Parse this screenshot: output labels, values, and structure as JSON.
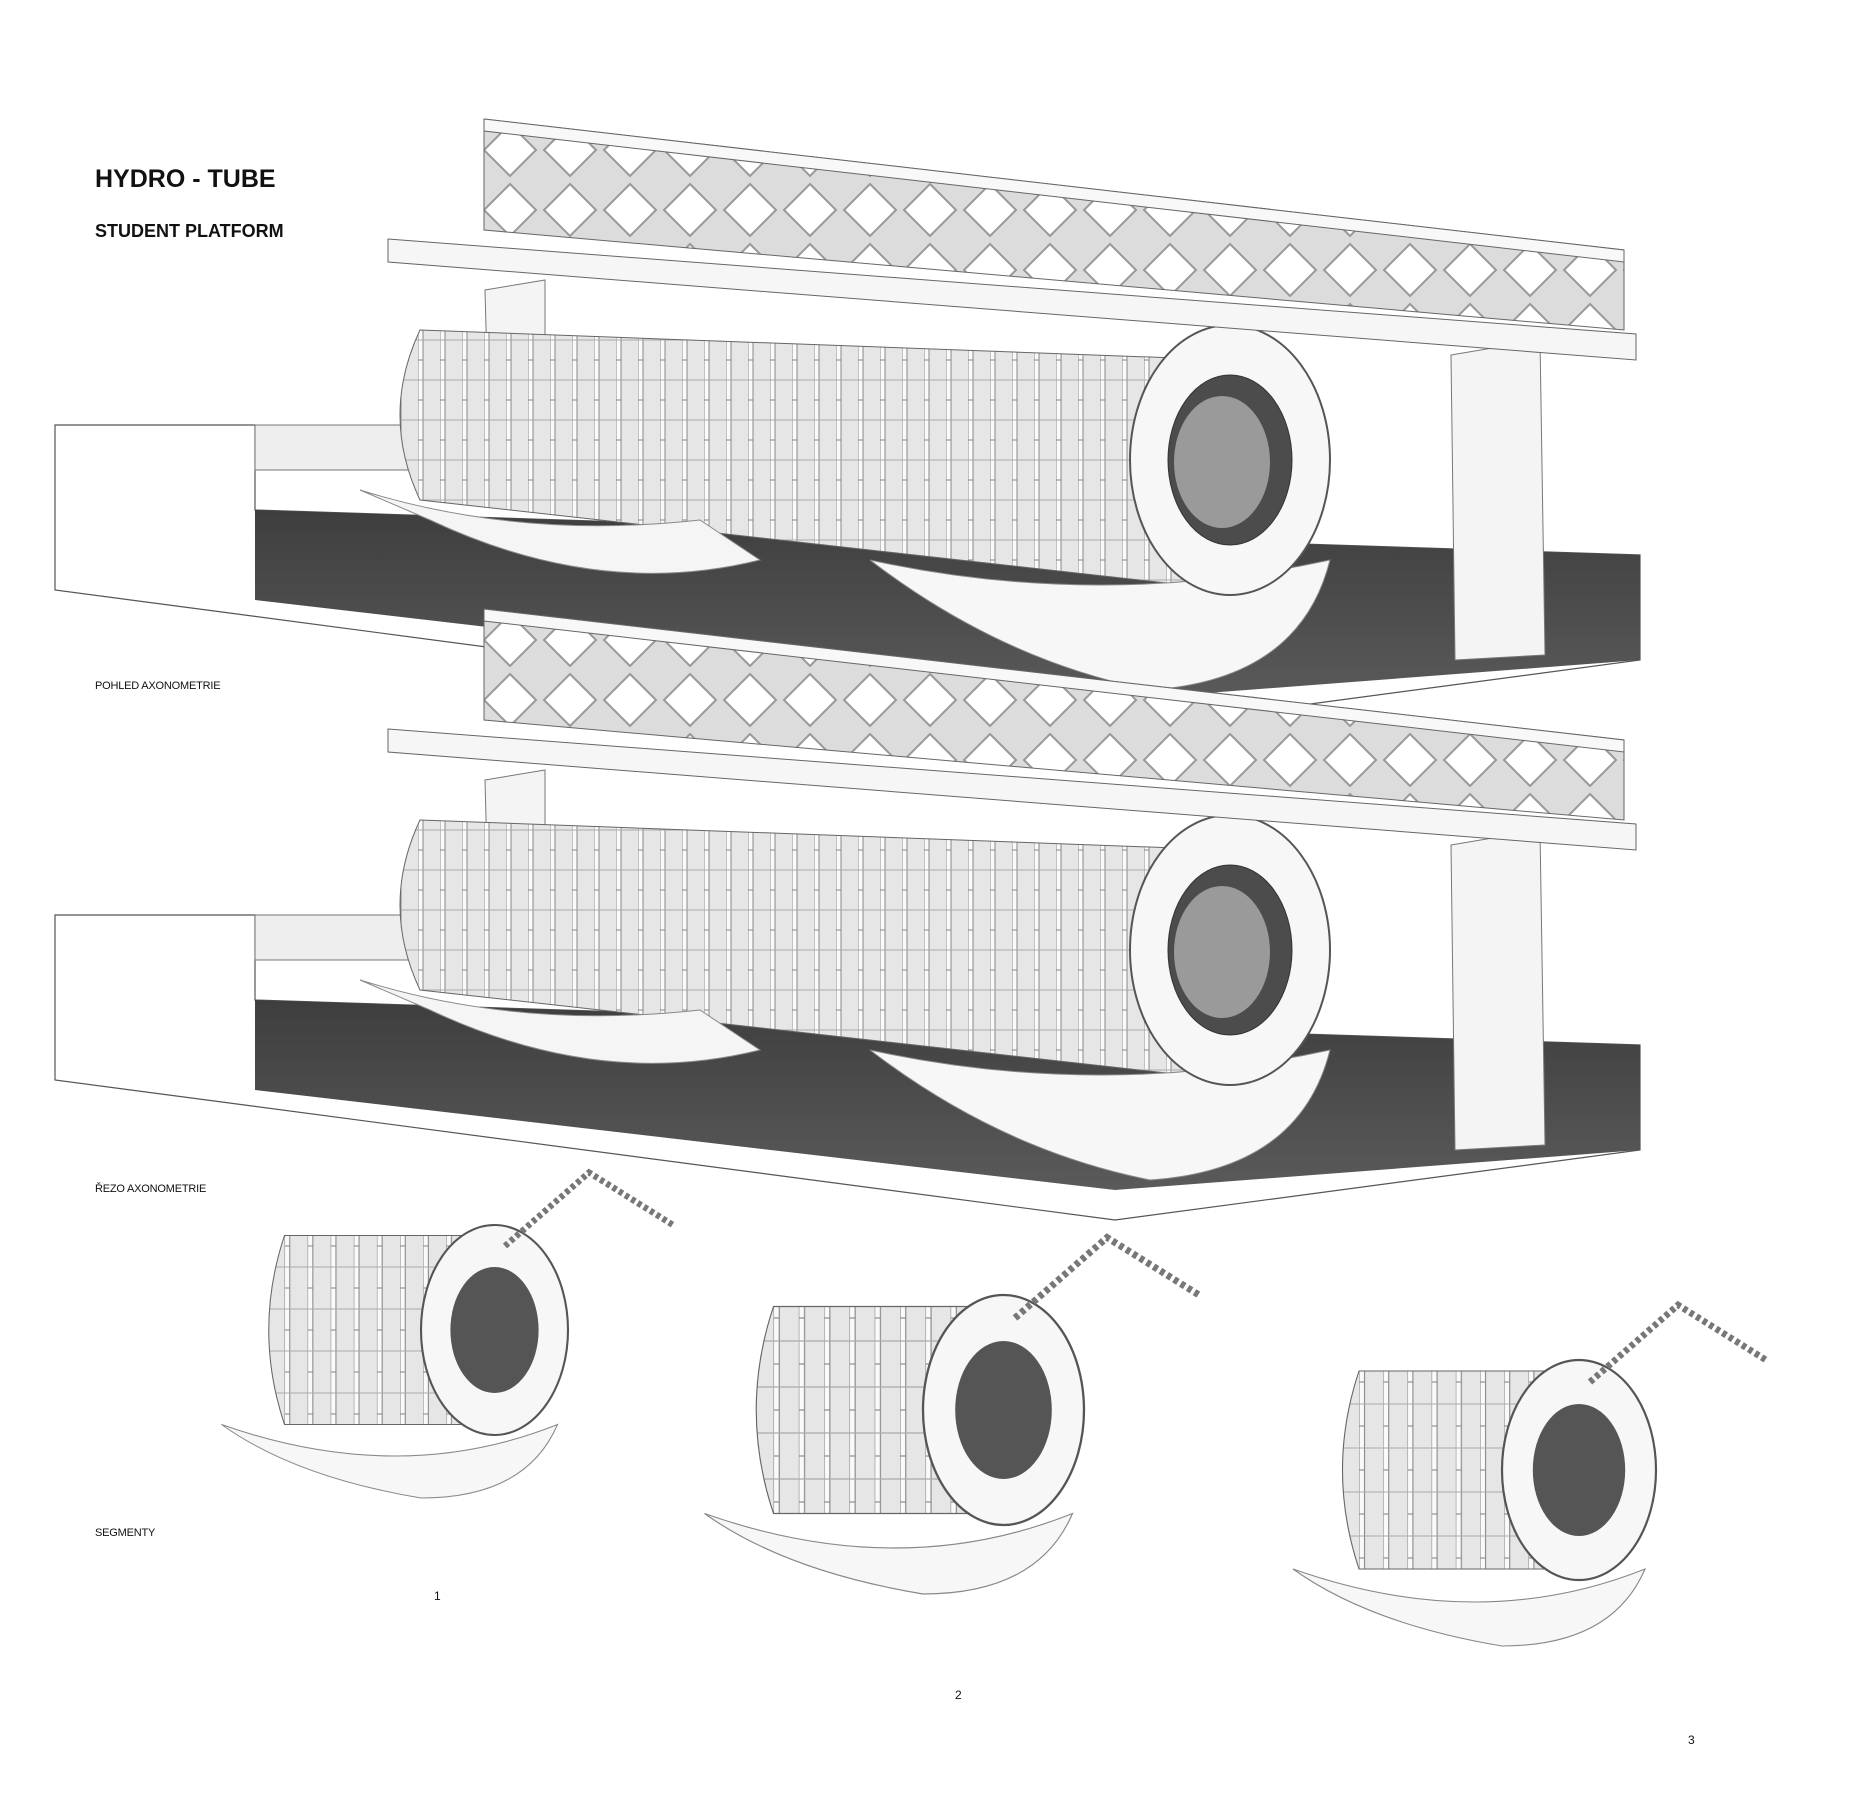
{
  "header": {
    "title": "HYDRO - TUBE",
    "subtitle": "STUDENT PLATFORM"
  },
  "views": [
    {
      "label": "POHLED AXONOMETRIE"
    },
    {
      "label": "ŘEZO AXONOMETRIE"
    },
    {
      "label": "SEGMENTY"
    }
  ],
  "segments": [
    {
      "number": "1"
    },
    {
      "number": "2"
    },
    {
      "number": "3"
    }
  ],
  "colors": {
    "water": "#4a4a4a",
    "structure": "#f2f2f2",
    "line": "#555555"
  }
}
